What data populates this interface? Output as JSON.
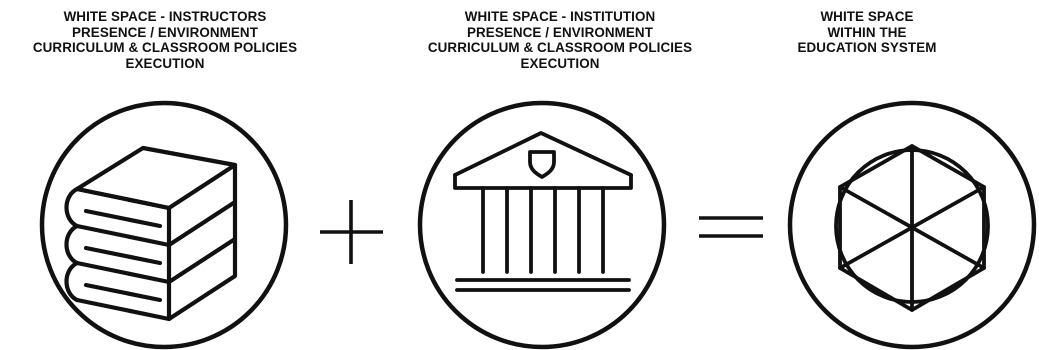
{
  "captions": [
    {
      "lines": [
        "WHITE SPACE - INSTRUCTORS",
        "PRESENCE / ENVIRONMENT",
        "CURRICULUM & CLASSROOM POLICIES",
        "EXECUTION"
      ]
    },
    {
      "lines": [
        "WHITE SPACE - INSTITUTION",
        "PRESENCE / ENVIRONMENT",
        "CURRICULUM & CLASSROOM POLICIES",
        "EXECUTION"
      ]
    },
    {
      "lines": [
        "WHITE SPACE",
        "WITHIN THE",
        "EDUCATION SYSTEM"
      ]
    }
  ],
  "operators": [
    "plus",
    "equals"
  ],
  "icons": [
    "books-icon",
    "building-icon",
    "hexagon-icon"
  ],
  "colors": {
    "stroke": "#111111",
    "background": "#ffffff"
  }
}
